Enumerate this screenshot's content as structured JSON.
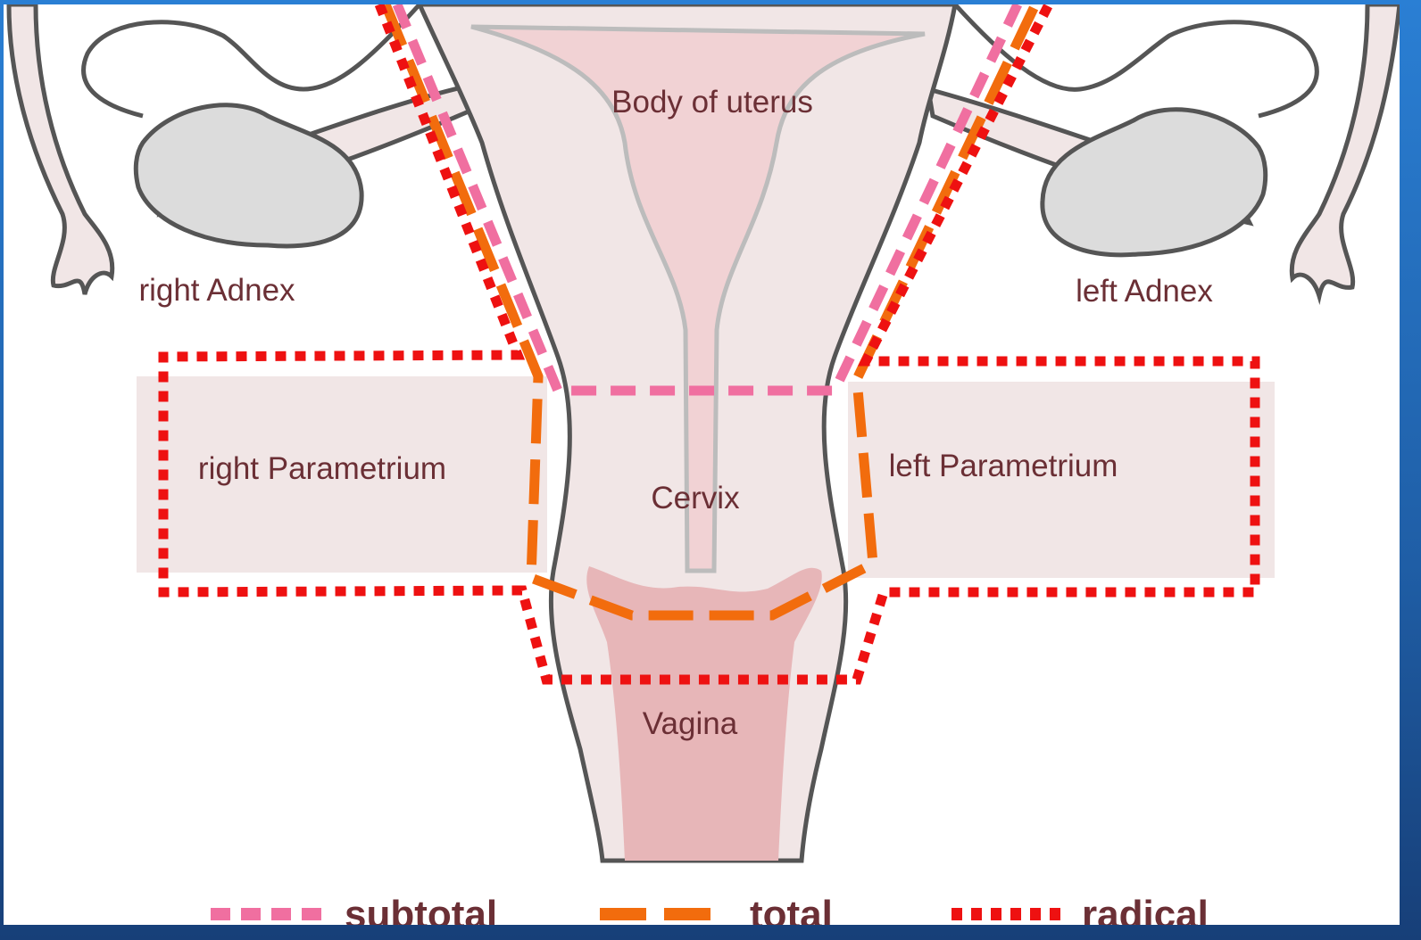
{
  "diagram": {
    "labels": {
      "body_of_uterus": "Body of uterus",
      "right_adnex": "right Adnex",
      "left_adnex": "left Adnex",
      "right_parametrium": "right Parametrium",
      "left_parametrium": "left Parametrium",
      "cervix": "Cervix",
      "vagina": "Vagina"
    },
    "legend": {
      "subtotal": "subtotal",
      "total": "total",
      "radical": "radical"
    },
    "colors": {
      "subtotal": "#f06fa0",
      "total": "#f26c0d",
      "radical": "#ee1111",
      "tissue": "#f1e6e6",
      "uterus_inner": "#f1d2d4",
      "vagina_inner": "#e7b6b8",
      "ovary": "#dcdcdc",
      "outline": "#555555",
      "label_text": "#6b2f35"
    },
    "icons": {
      "uterus": "uterus-anatomy-icon",
      "ovary": "ovary-icon"
    }
  }
}
